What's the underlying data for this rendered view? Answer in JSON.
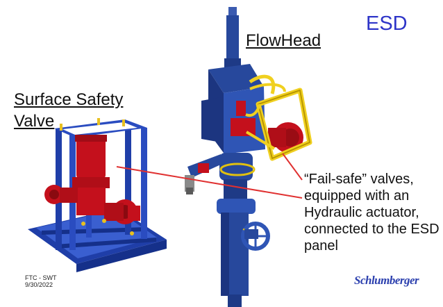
{
  "slide": {
    "title": "ESD",
    "flowhead_label": "FlowHead",
    "ssv_label": "Surface Safety Valve",
    "description": "“Fail-safe” valves, equipped with an Hydraulic actuator, connected to the ESD panel",
    "footer": {
      "line1": "FTC - SWT",
      "line2": "9/30/2022"
    },
    "logo_text": "Schlumberger"
  },
  "colors": {
    "title": "#2e35c8",
    "frame_blue": "#1f3ea8",
    "valve_red": "#c4101c",
    "pointer_red": "#e03030",
    "flowhead_blue": "#27489c",
    "yellow_frame": "#f0d020"
  },
  "icons": [
    "surface-safety-valve-illustration",
    "flowhead-illustration",
    "pointer-line",
    "schlumberger-logo"
  ]
}
